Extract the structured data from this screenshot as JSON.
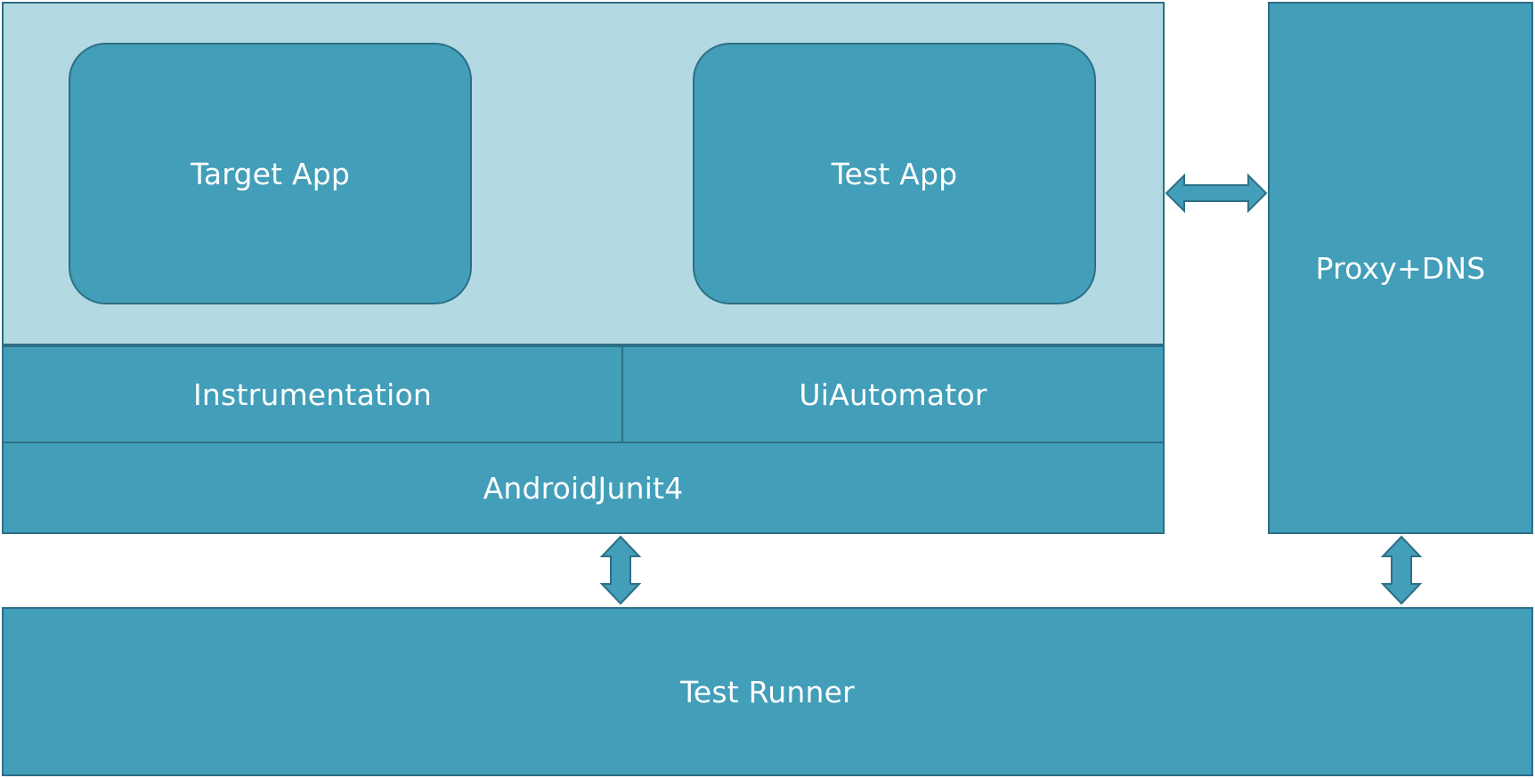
{
  "components": {
    "target_app": "Target App",
    "test_app": "Test App",
    "instrumentation": "Instrumentation",
    "uiautomator": "UiAutomator",
    "android_junit4": "AndroidJunit4",
    "proxy_dns": "Proxy+DNS",
    "test_runner": "Test Runner"
  },
  "colors": {
    "box_fill": "#439eb9",
    "device_fill": "#b3d9e2",
    "stroke": "#2d6f85",
    "text": "#ffffff"
  }
}
